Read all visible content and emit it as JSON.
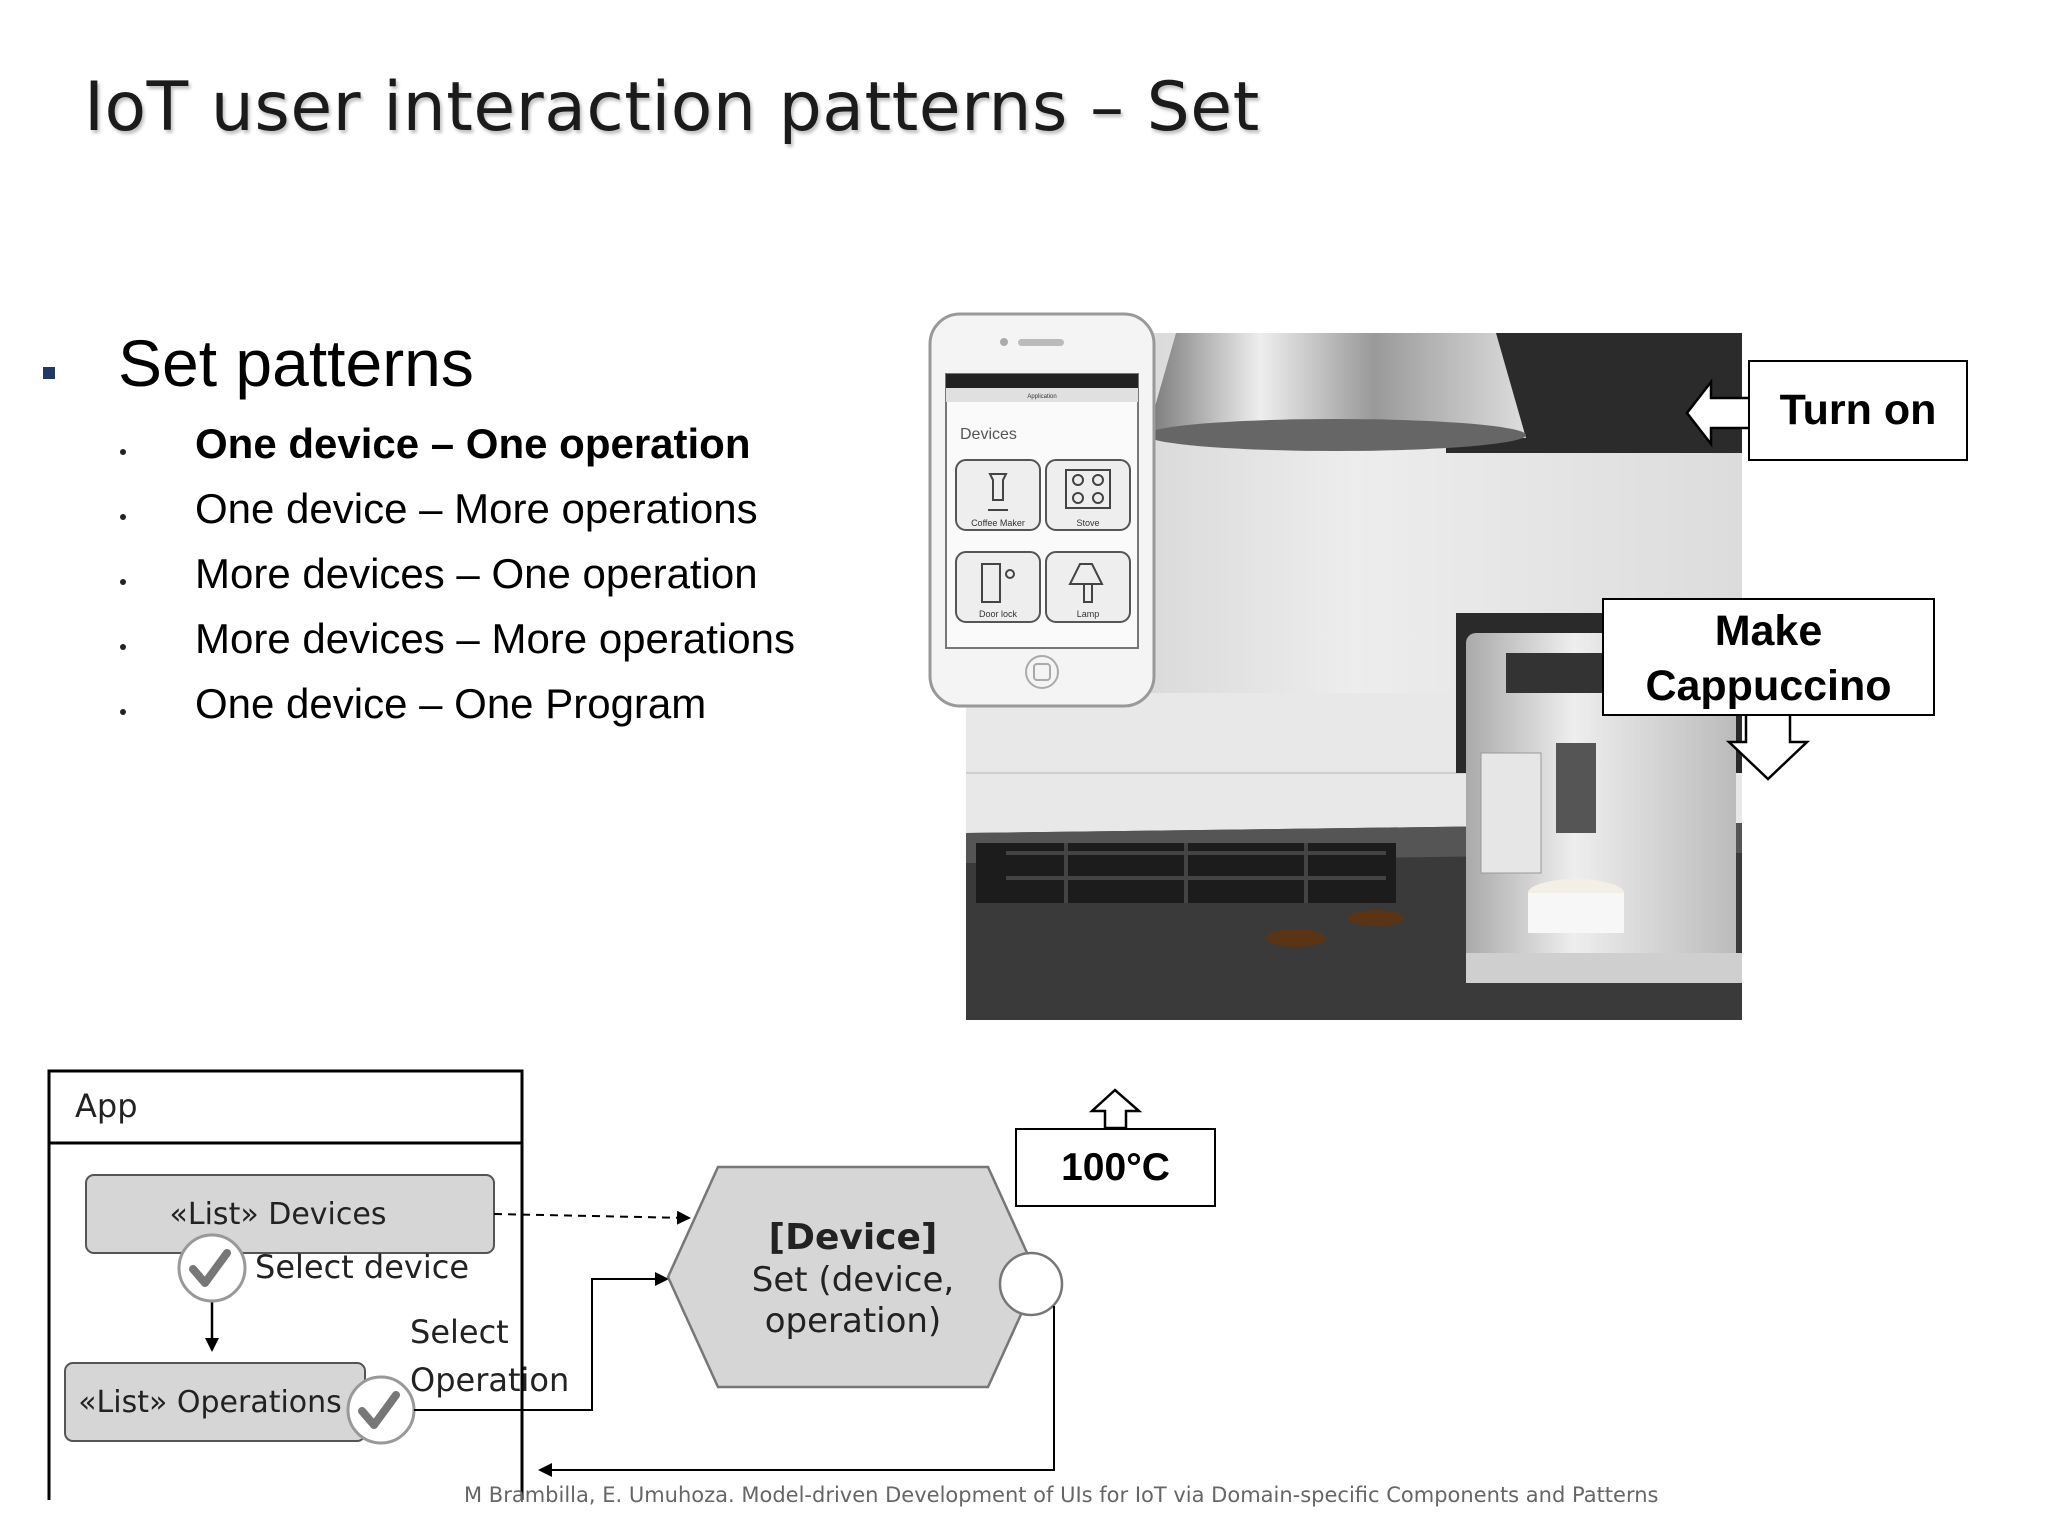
{
  "slide": {
    "title": "IoT user interaction patterns – Set",
    "heading": "Set patterns",
    "items": [
      "One device – One operation",
      "One device – More operations",
      "More devices – One operation",
      "More devices – More operations",
      "One device – One Program"
    ]
  },
  "phone": {
    "header": "Application",
    "section": "Devices",
    "devices": [
      "Coffee Maker",
      "Stove",
      "Door lock",
      "Lamp"
    ]
  },
  "callouts": {
    "turn_on": "Turn on",
    "make_line1": "Make",
    "make_line2": "Cappuccino",
    "temperature": "100°C"
  },
  "diagram": {
    "app_label": "App",
    "list_devices": "«List» Devices",
    "select_device": "Select device",
    "select_operation_line1": "Select",
    "select_operation_line2": "Operation",
    "list_operations": "«List» Operations",
    "device_title": "[Device]",
    "device_set_line1": "Set (device,",
    "device_set_line2": "operation)"
  },
  "footer": "M Brambilla, E. Umuhoza. Model-driven Development of UIs for IoT via Domain-specific Components and Patterns"
}
